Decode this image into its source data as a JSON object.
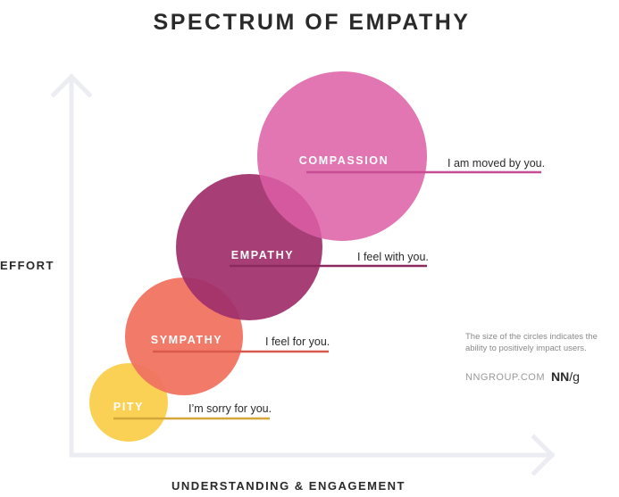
{
  "title": "SPECTRUM OF EMPATHY",
  "axes": {
    "y_label": "EFFORT",
    "x_label": "UNDERSTANDING & ENGAGEMENT"
  },
  "levels": [
    {
      "key": "pity",
      "label": "PITY",
      "phrase": "I’m sorry for you.",
      "color": "#fbcf4c",
      "line_color": "#d4a73a"
    },
    {
      "key": "sympathy",
      "label": "SYMPATHY",
      "phrase": "I feel for you.",
      "color": "#f07361",
      "line_color": "#d95a4a"
    },
    {
      "key": "empathy",
      "label": "EMPATHY",
      "phrase": "I feel with you.",
      "color": "#a02f6c",
      "line_color": "#8c2a5f"
    },
    {
      "key": "compassion",
      "label": "COMPASSION",
      "phrase": "I am moved by you.",
      "color": "#dc5ea6",
      "line_color": "#c74c93"
    }
  ],
  "note": {
    "line1": "The size of the circles indicates the",
    "line2": "ability to positively impact users."
  },
  "footer": {
    "site": "NNGROUP.COM",
    "logo_bold": "NN",
    "logo_rest": "/g"
  }
}
